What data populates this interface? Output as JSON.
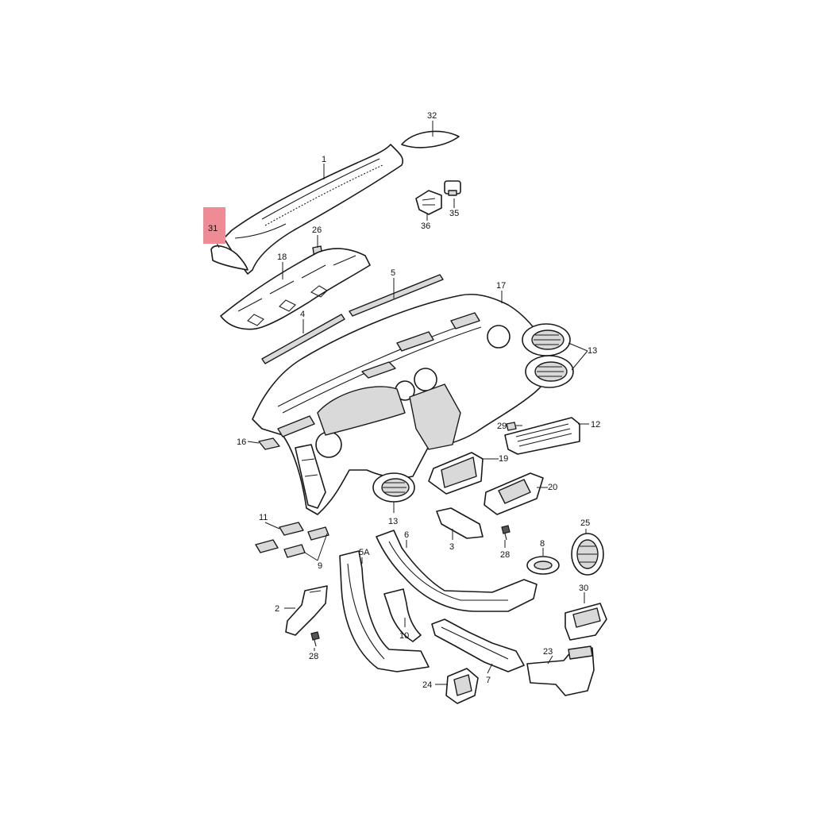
{
  "diagram": {
    "highlight_color": "#ee8b94",
    "highlighted_callout": "31",
    "callouts": {
      "c1": "1",
      "c2": "2",
      "c3": "3",
      "c4": "4",
      "c5": "5",
      "c5a": "5A",
      "c6": "6",
      "c7": "7",
      "c8": "8",
      "c9": "9",
      "c10": "10",
      "c11": "11",
      "c12": "12",
      "c13a": "13",
      "c13b": "13",
      "c16": "16",
      "c17": "17",
      "c18": "18",
      "c19": "19",
      "c20": "20",
      "c23": "23",
      "c24": "24",
      "c25": "25",
      "c26": "26",
      "c28a": "28",
      "c28b": "28",
      "c29": "29",
      "c30": "30",
      "c31": "31",
      "c32": "32",
      "c35": "35",
      "c36": "36"
    }
  }
}
